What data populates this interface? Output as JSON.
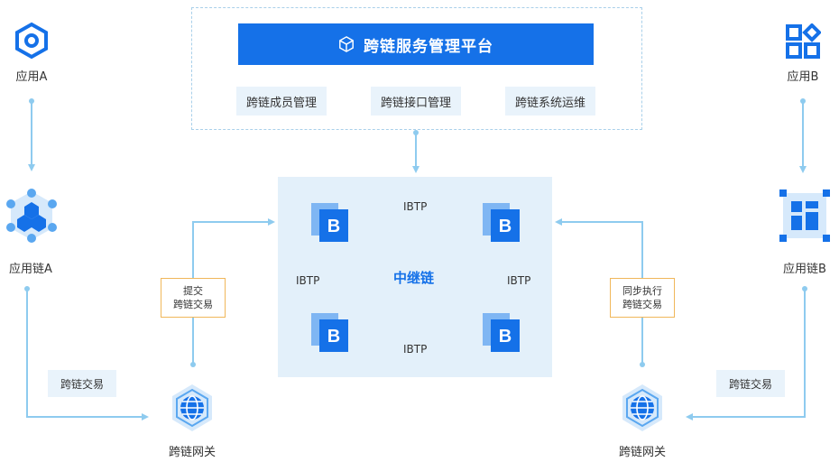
{
  "platform": {
    "title": "跨链服务管理平台",
    "modules": [
      "跨链成员管理",
      "跨链接口管理",
      "跨链系统运维"
    ]
  },
  "relay": {
    "title": "中继链",
    "node_label": "B",
    "protocol_labels": [
      "IBTP",
      "IBTP",
      "IBTP",
      "IBTP"
    ]
  },
  "left": {
    "app": "应用A",
    "chain": "应用链A",
    "gateway": "跨链网关",
    "tx_label": "跨链交易",
    "submit_line1": "提交",
    "submit_line2": "跨链交易"
  },
  "right": {
    "app": "应用B",
    "chain": "应用链B",
    "gateway": "跨链网关",
    "tx_label": "跨链交易",
    "sync_line1": "同步执行",
    "sync_line2": "跨链交易"
  },
  "colors": {
    "primary": "#1571e8",
    "arrow": "#8ecbef",
    "panel": "#e3f0fa",
    "highlight_border": "#f0b75a"
  }
}
